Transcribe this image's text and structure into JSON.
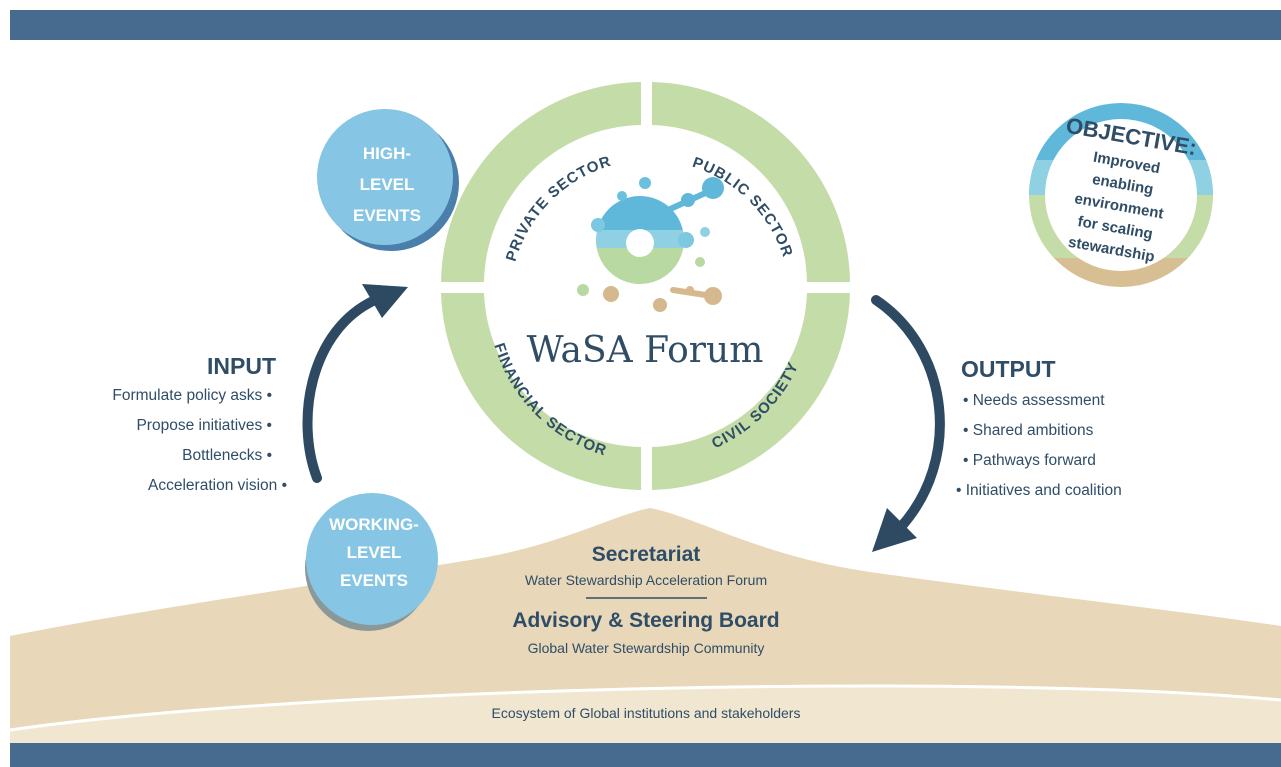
{
  "colors": {
    "bar": "#476b8e",
    "arrow": "#2e4a63",
    "ring": "#c4dca7",
    "blue_circle": "#86c5e4",
    "blue_dark": "#4a7eab",
    "sand": "#e8d7b8",
    "sand_light": "#f1e7d1",
    "text_dark": "#2f4d66"
  },
  "logo": {
    "title": "WaSA Forum",
    "icon": "splash-logo-icon"
  },
  "ring_sectors": {
    "private": "PRIVATE SECTOR",
    "public": "PUBLIC SECTOR",
    "financial": "FINANCIAL SECTOR",
    "civil": "CIVIL SOCIETY"
  },
  "high_level": {
    "line1": "HIGH-",
    "line2": "LEVEL",
    "line3": "EVENTS"
  },
  "working_level": {
    "line1": "WORKING-",
    "line2": "LEVEL",
    "line3": "EVENTS"
  },
  "input": {
    "title": "INPUT",
    "items": [
      "Formulate policy asks •",
      "Propose initiatives •",
      "Bottlenecks •",
      "Acceleration vision •"
    ]
  },
  "output": {
    "title": "OUTPUT",
    "items": [
      "• Needs assessment",
      "• Shared ambitions",
      "• Pathways forward",
      "• Initiatives and coalition"
    ]
  },
  "objective": {
    "title": "OBJECTIVE:",
    "lines": [
      "Improved",
      "enabling",
      "environment",
      "for scaling",
      "stewardship"
    ]
  },
  "base": {
    "secretariat_title": "Secretariat",
    "secretariat_sub": "Water Stewardship Acceleration Forum",
    "board_title": "Advisory & Steering Board",
    "board_sub": "Global Water Stewardship Community",
    "ecosystem": "Ecosystem of Global institutions and stakeholders"
  }
}
